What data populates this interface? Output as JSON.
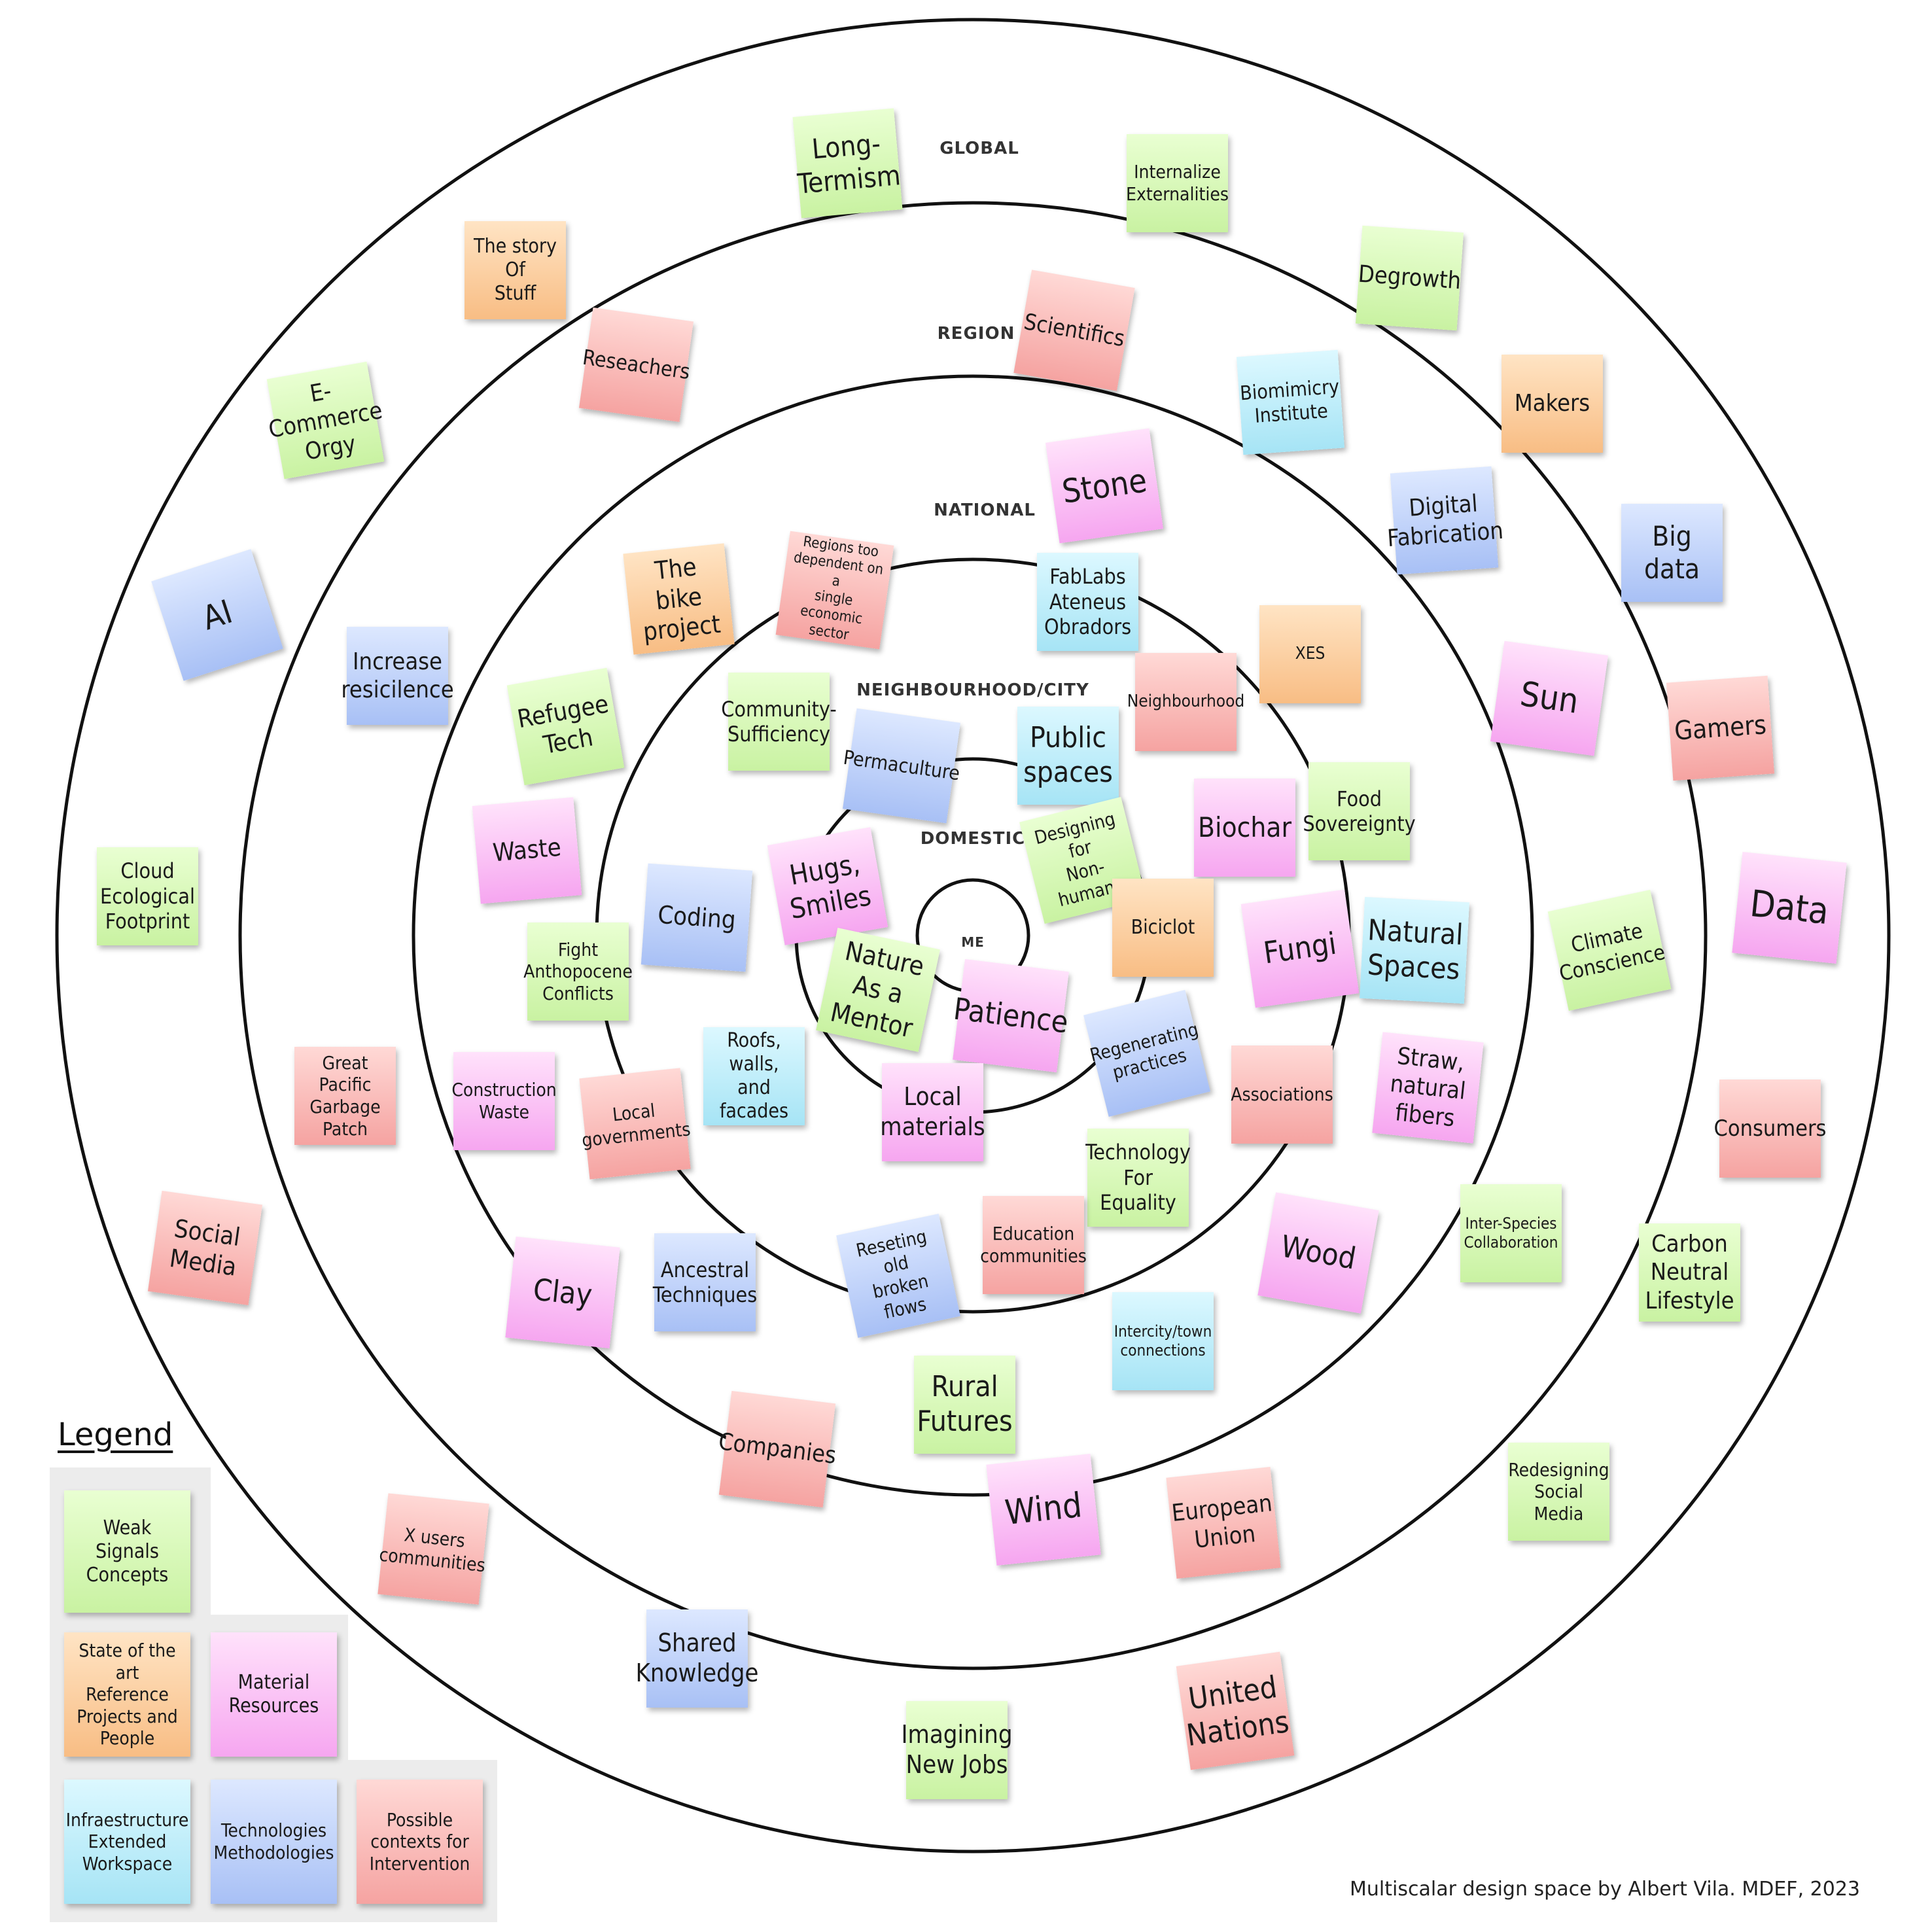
{
  "rings": {
    "me": "ME",
    "domestic": "DOMESTIC",
    "neighbourhood": "NEIGHBOURHOOD/CITY",
    "national": "NATIONAL",
    "region": "REGION",
    "global": "GLOBAL"
  },
  "colors": {
    "weak_signals": "#c9f2a2",
    "state_of_art": "#f8bd84",
    "material": "#f6a6f0",
    "infrastructure": "#a6e4f5",
    "technologies": "#a8c0f5",
    "contexts": "#f5a3a1",
    "ring_stroke": "#111111"
  },
  "legend": {
    "title": "Legend",
    "items": {
      "weak_signals": "Weak Signals\nConcepts",
      "state_of_art": "State of the art\nReference\nProjects and\nPeople",
      "material": "Material\nResources",
      "infrastructure": "Infraestructure\nExtended\nWorkspace",
      "technologies": "Technologies\nMethodologies",
      "contexts": "Possible\ncontexts for\nIntervention"
    }
  },
  "notes": {
    "long_termism": "Long-\nTermism",
    "internalize": "Internalize\nExternalities",
    "story_of_stuff": "The story\nOf\nStuff",
    "degrowth": "Degrowth",
    "researchers": "Reseachers",
    "scientifics": "Scientifics",
    "ecommerce": "E-\nCommerce\nOrgy",
    "biomimicry": "Biomimicry\nInstitute",
    "makers": "Makers",
    "stone": "Stone",
    "digital_fab": "Digital\nFabrication",
    "big_data": "Big data",
    "ai": "AI",
    "increase_resilience": "Increase\nresicilence",
    "bike_project": "The bike\nproject",
    "regions_dependent": "Regions too\ndependent on a\nsingle economic\nsector",
    "fablabs": "FabLabs\nAteneus\nObradors",
    "xes": "XES",
    "sun": "Sun",
    "refugee_tech": "Refugee\nTech",
    "community_sufficiency": "Community-\nSufficiency",
    "neighbourhood": "Neighbourhood",
    "gamers": "Gamers",
    "permaculture": "Permaculture",
    "public_spaces": "Public\nspaces",
    "food_sovereignty": "Food\nSovereignty",
    "waste": "Waste",
    "biochar": "Biochar",
    "cloud_footprint": "Cloud\nEcological\nFootprint",
    "hugs_smiles": "Hugs,\nSmiles",
    "designing_nonhumans": "Designing for\nNon-humans",
    "data": "Data",
    "coding": "Coding",
    "biciclot": "Biciclot",
    "fungi": "Fungi",
    "natural_spaces": "Natural\nSpaces",
    "climate_conscience": "Climate\nConscience",
    "fight_anthropocene": "Fight\nAnthopocene\nConflicts",
    "nature_mentor": "Nature\nAs a\nMentor",
    "patience": "Patience",
    "regenerating": "Regenerating\npractices",
    "roofs_walls": "Roofs,\nwalls,\nand facades",
    "great_pacific": "Great Pacific\nGarbage\nPatch",
    "construction_waste": "Construction\nWaste",
    "associations": "Associations",
    "straw_fibers": "Straw,\nnatural\nfibers",
    "consumers": "Consumers",
    "local_gov": "Local\ngovernments",
    "local_materials": "Local\nmaterials",
    "technology_equality": "Technology\nFor\nEquality",
    "social_media": "Social\nMedia",
    "education": "Education\ncommunities",
    "wood": "Wood",
    "interspecies": "Inter-Species\nCollaboration",
    "carbon_neutral": "Carbon\nNeutral\nLifestyle",
    "clay": "Clay",
    "ancestral": "Ancestral\nTechniques",
    "reseting_flows": "Reseting old\nbroken flows",
    "intercity": "Intercity/town\nconnections",
    "rural_futures": "Rural\nFutures",
    "companies": "Companies",
    "wind": "Wind",
    "european_union": "European\nUnion",
    "redesigning_social": "Redesigning\nSocial Media",
    "x_users": "X users\ncommunities",
    "shared_knowledge": "Shared\nKnowledge",
    "imagining_jobs": "Imagining\nNew Jobs",
    "united_nations": "United\nNations"
  },
  "caption": "Multiscalar design space by Albert Vila. MDEF, 2023"
}
